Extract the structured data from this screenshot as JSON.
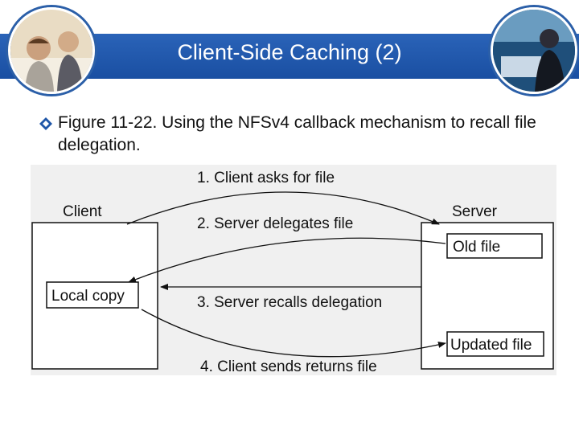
{
  "slide": {
    "title": "Client-Side Caching (2)",
    "bullet_text": "Figure 11-22. Using the NFSv4 callback mechanism to recall file delegation."
  },
  "diagram": {
    "client_label": "Client",
    "server_label": "Server",
    "local_copy": "Local copy",
    "old_file": "Old file",
    "updated_file": "Updated file",
    "step1": "1. Client asks for file",
    "step2": "2. Server delegates file",
    "step3": "3. Server recalls delegation",
    "step4": "4. Client sends returns file"
  },
  "colors": {
    "title_bar": "#1f56a8",
    "bullet": "#1f56a8",
    "diagram_background": "#f0f0f0"
  },
  "icons": [
    "photo-left",
    "photo-right",
    "diamond-bullet-icon"
  ]
}
